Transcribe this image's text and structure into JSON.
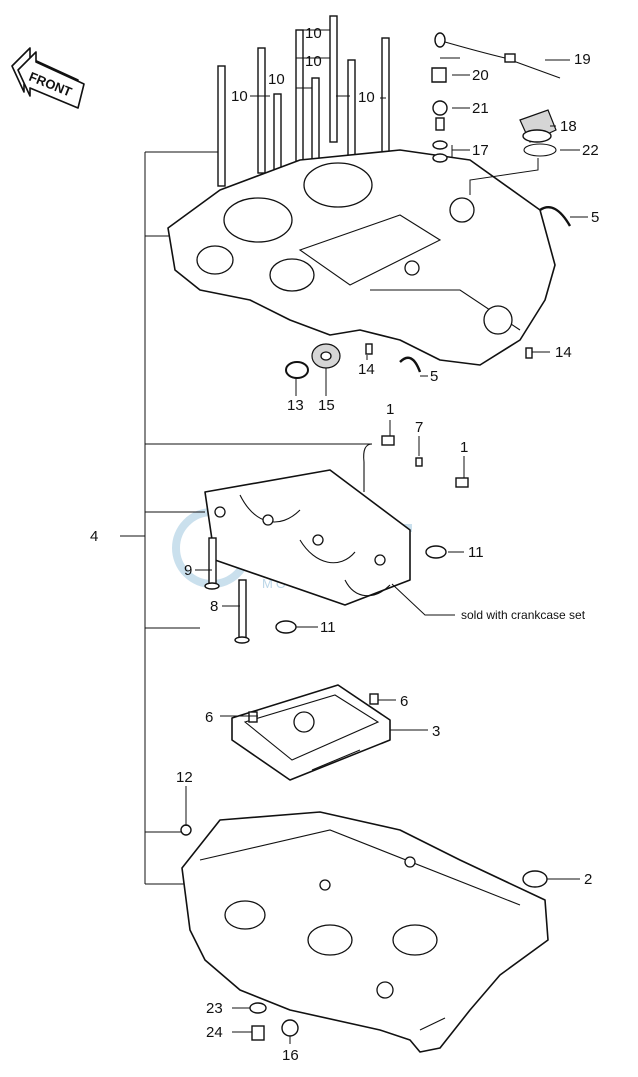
{
  "diagram": {
    "front_arrow_label": "FRONT",
    "note_text": "sold with crankcase set",
    "watermark_text": "MOTOPARTS",
    "callouts": {
      "c1a": "1",
      "c1b": "1",
      "c2": "2",
      "c3": "3",
      "c4": "4",
      "c5a": "5",
      "c5b": "5",
      "c6a": "6",
      "c6b": "6",
      "c7": "7",
      "c8": "8",
      "c9": "9",
      "c10a": "10",
      "c10b": "10",
      "c10c": "10",
      "c10d": "10",
      "c10e": "10",
      "c11a": "11",
      "c11b": "11",
      "c12": "12",
      "c13": "13",
      "c14a": "14",
      "c14b": "14",
      "c15": "15",
      "c16": "16",
      "c17": "17",
      "c18": "18",
      "c19": "19",
      "c20": "20",
      "c21": "21",
      "c22": "22",
      "c23": "23",
      "c24": "24"
    }
  }
}
